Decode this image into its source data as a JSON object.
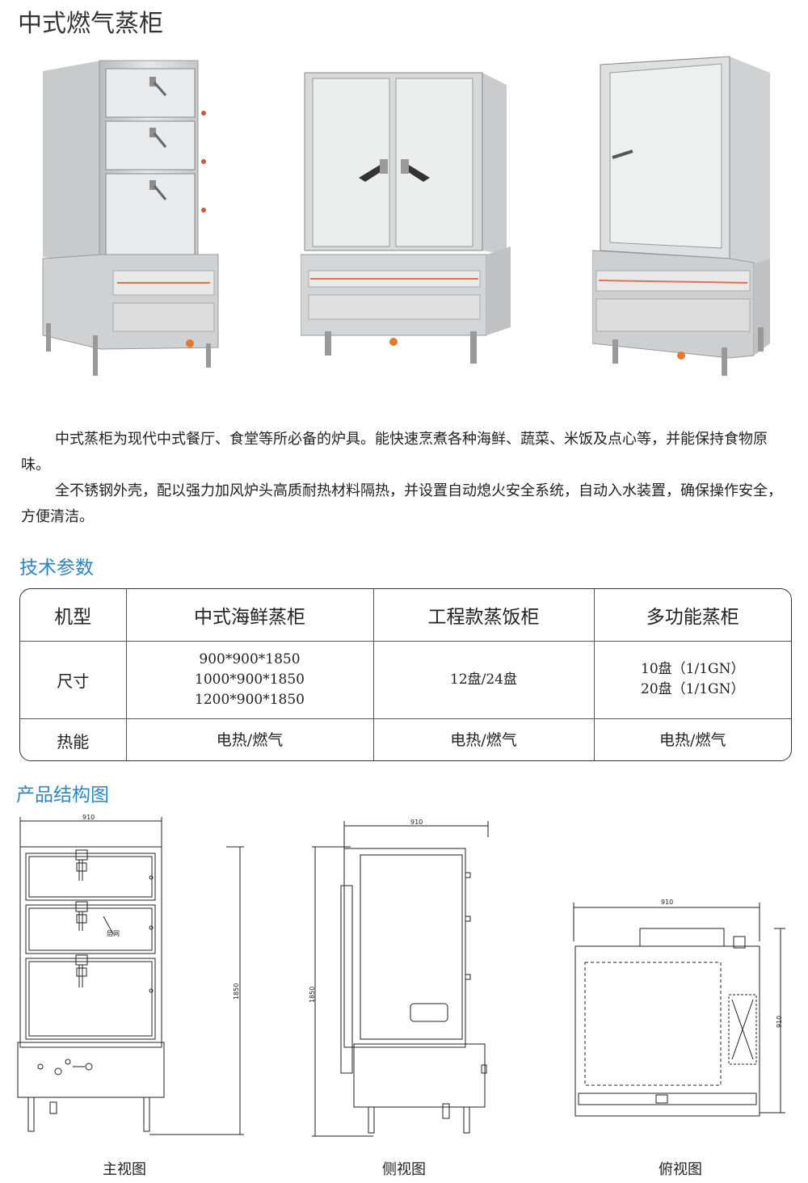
{
  "page_title": "中式燃气蒸柜",
  "intro": {
    "p1": "中式蒸柜为现代中式餐厅、食堂等所必备的炉具。能快速烹煮各种海鲜、蔬菜、米饭及点心等，并能保持食物原味。",
    "p2": "全不锈钢外壳，配以强力加风炉头高质耐热材料隔热，并设置自动熄火安全系统，自动入水装置，确保操作安全，方便清洁。"
  },
  "spec_section_title": "技术参数",
  "spec_table": {
    "headers": [
      "机型",
      "中式海鲜蒸柜",
      "工程款蒸饭柜",
      "多功能蒸柜"
    ],
    "size_label": "尺寸",
    "size_col1": [
      "900*900*1850",
      "1000*900*1850",
      "1200*900*1850"
    ],
    "size_col2": "12盘/24盘",
    "size_col3": [
      "10盘（1/1GN）",
      "20盘（1/1GN）"
    ],
    "energy_label": "热能",
    "energy_values": [
      "电热/燃气",
      "电热/燃气",
      "电热/燃气"
    ]
  },
  "structure_section_title": "产品结构图",
  "drawings": {
    "front": {
      "caption": "主视图",
      "width_dim": "910",
      "height_dim": "1850",
      "shelf_label": "层网"
    },
    "side": {
      "caption": "侧视图",
      "width_dim": "910",
      "height_dim": "1850"
    },
    "top": {
      "caption": "俯视图",
      "width_dim": "910",
      "depth_dim": "910"
    }
  }
}
